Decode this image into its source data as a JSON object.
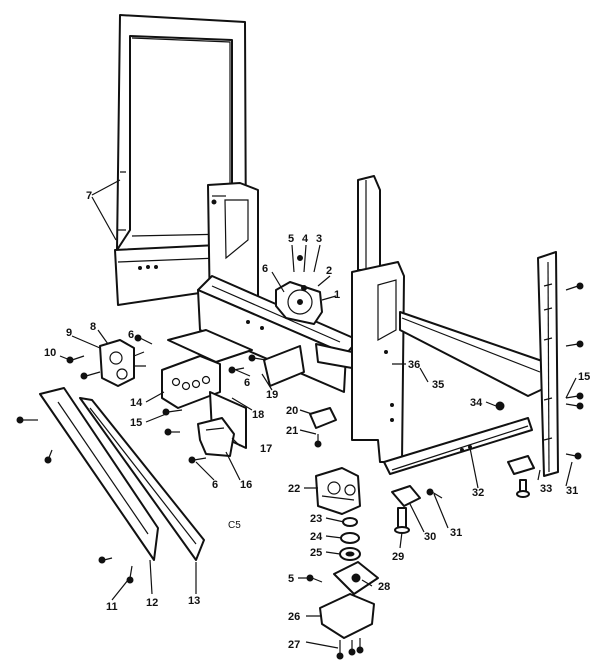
{
  "diagram": {
    "code_label": "C5",
    "callouts": [
      {
        "key": "c_7",
        "text": "7"
      },
      {
        "key": "c_5a",
        "text": "5"
      },
      {
        "key": "c_4",
        "text": "4"
      },
      {
        "key": "c_3",
        "text": "3"
      },
      {
        "key": "c_2",
        "text": "2"
      },
      {
        "key": "c_6a",
        "text": "6"
      },
      {
        "key": "c_1",
        "text": "1"
      },
      {
        "key": "c_9",
        "text": "9"
      },
      {
        "key": "c_8",
        "text": "8"
      },
      {
        "key": "c_6b",
        "text": "6"
      },
      {
        "key": "c_10",
        "text": "10"
      },
      {
        "key": "c_14",
        "text": "14"
      },
      {
        "key": "c_15a",
        "text": "15"
      },
      {
        "key": "c_6c",
        "text": "6"
      },
      {
        "key": "c_19",
        "text": "19"
      },
      {
        "key": "c_18",
        "text": "18"
      },
      {
        "key": "c_17",
        "text": "17"
      },
      {
        "key": "c_16",
        "text": "16"
      },
      {
        "key": "c_6d",
        "text": "6"
      },
      {
        "key": "c_36",
        "text": "36"
      },
      {
        "key": "c_35",
        "text": "35"
      },
      {
        "key": "c_34",
        "text": "34"
      },
      {
        "key": "c_15b",
        "text": "15"
      },
      {
        "key": "c_20",
        "text": "20"
      },
      {
        "key": "c_21",
        "text": "21"
      },
      {
        "key": "c_22",
        "text": "22"
      },
      {
        "key": "c_32",
        "text": "32"
      },
      {
        "key": "c_33",
        "text": "33"
      },
      {
        "key": "c_31a",
        "text": "31"
      },
      {
        "key": "c_23",
        "text": "23"
      },
      {
        "key": "c_24",
        "text": "24"
      },
      {
        "key": "c_25",
        "text": "25"
      },
      {
        "key": "c_30",
        "text": "30"
      },
      {
        "key": "c_31b",
        "text": "31"
      },
      {
        "key": "c_29",
        "text": "29"
      },
      {
        "key": "c_5b",
        "text": "5"
      },
      {
        "key": "c_28",
        "text": "28"
      },
      {
        "key": "c_26",
        "text": "26"
      },
      {
        "key": "c_27",
        "text": "27"
      },
      {
        "key": "c_11",
        "text": "11"
      },
      {
        "key": "c_12",
        "text": "12"
      },
      {
        "key": "c_13",
        "text": "13"
      }
    ]
  }
}
